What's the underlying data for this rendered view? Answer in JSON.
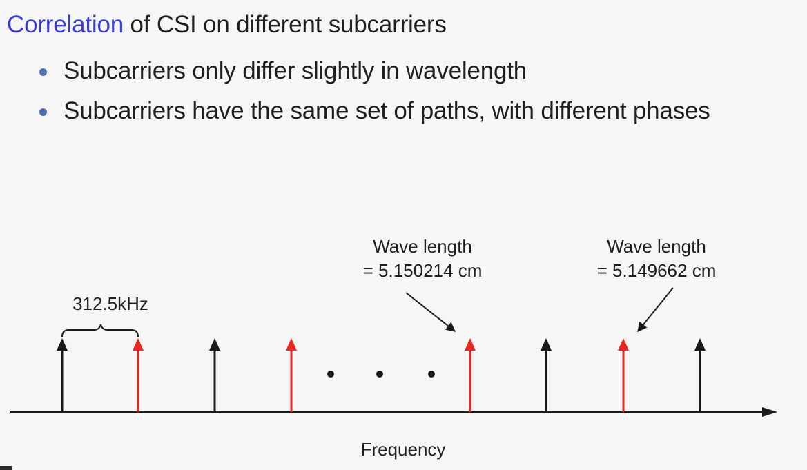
{
  "slide": {
    "title_accent": "Correlation",
    "title_rest": " of CSI on different subcarriers",
    "bullets": [
      "Subcarriers only differ slightly in wavelength",
      "Subcarriers have the same set of paths, with different phases"
    ]
  },
  "diagram": {
    "spacing_label": "312.5kHz",
    "axis_label": "Frequency",
    "annotations": [
      {
        "line1": "Wave length",
        "line2": "= 5.150214 cm"
      },
      {
        "line1": "Wave length",
        "line2": "= 5.149662 cm"
      }
    ],
    "subcarrier_colors": [
      "black",
      "red",
      "black",
      "red",
      "red",
      "black",
      "red",
      "black"
    ],
    "ellipsis_dot_count": 3,
    "colors": {
      "black": "#1a1a1a",
      "red": "#e8281e",
      "accent": "#3b3bd6",
      "bullet": "#4d6fb8"
    }
  }
}
